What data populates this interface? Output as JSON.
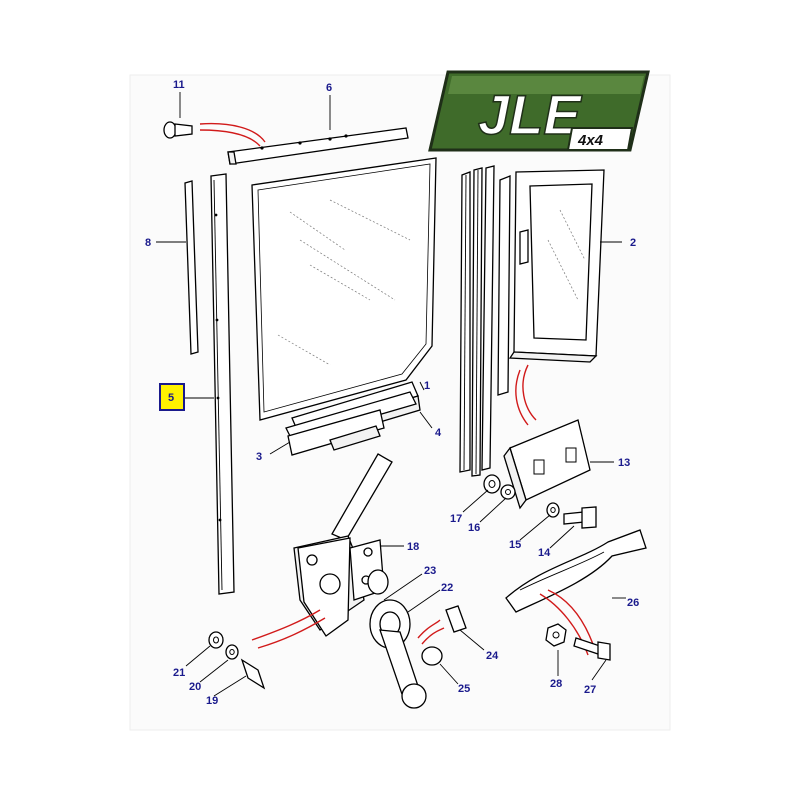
{
  "logo": {
    "title": "JLE",
    "subtitle": "4x4"
  },
  "colors": {
    "label": "#1a1a8c",
    "highlight_box": "#fff200",
    "leader_red": "#d11a1a",
    "logo_green": "#3f6b2a"
  },
  "callouts": {
    "c1": "1",
    "c2": "2",
    "c3": "3",
    "c4": "4",
    "c5": "5",
    "c6": "6",
    "c8": "8",
    "c11": "11",
    "c13": "13",
    "c14": "14",
    "c15": "15",
    "c16": "16",
    "c17": "17",
    "c18": "18",
    "c19": "19",
    "c20": "20",
    "c21": "21",
    "c22": "22",
    "c23": "23",
    "c24": "24",
    "c25": "25",
    "c26": "26",
    "c27": "27",
    "c28": "28"
  },
  "highlighted_part": "5"
}
